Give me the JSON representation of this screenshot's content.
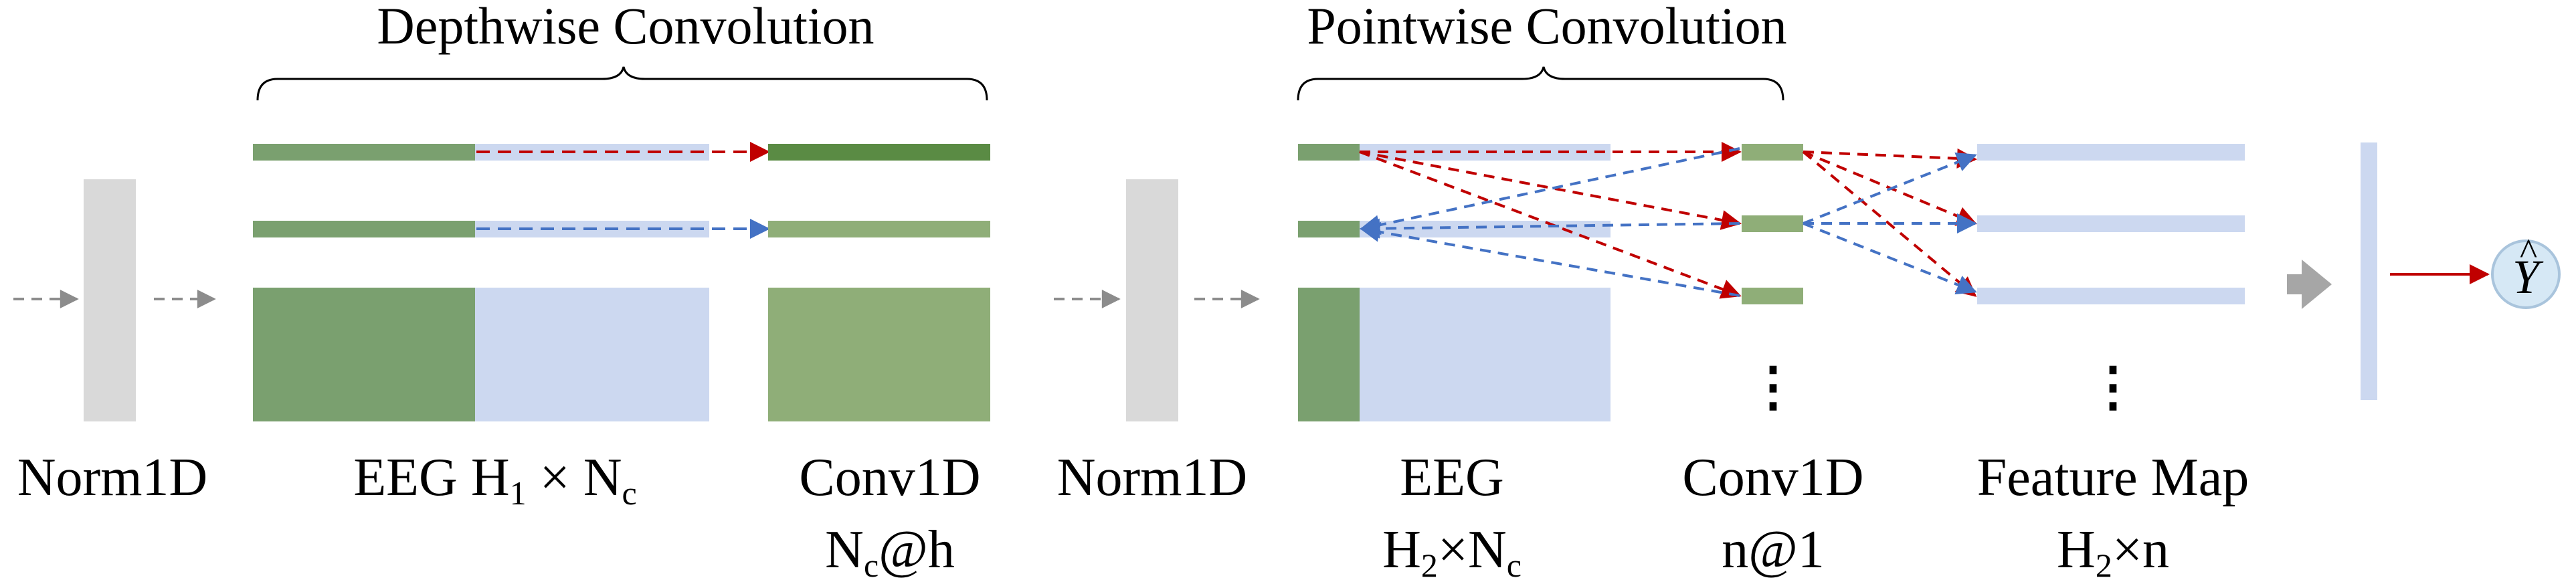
{
  "titles": {
    "depthwise": "Depthwise Convolution",
    "pointwise": "Pointwise Convolution"
  },
  "labels": {
    "norm_left": "Norm1D",
    "eeg_h1_pre": "EEG H",
    "eeg_h1_sub1": "1",
    "eeg_h1_mid": " × N",
    "eeg_h1_sub2": "c",
    "conv1d_left": "Conv1D",
    "nc_at_h_pre": "N",
    "nc_at_h_sub": "c",
    "nc_at_h_post": "@h",
    "norm_right": "Norm1D",
    "eeg_right": "EEG",
    "h2nc_pre": "H",
    "h2nc_sub1": "2",
    "h2nc_mid": "×N",
    "h2nc_sub2": "c",
    "conv1d_right": "Conv1D",
    "n_at_1": "n@1",
    "feature_map": "Feature Map",
    "h2n_pre": "H",
    "h2n_sub": "2",
    "h2n_post": "×n",
    "ellipsis_conv": "⋮",
    "ellipsis_fmap": "⋮",
    "output_y": "Y",
    "output_hat": "^"
  },
  "colors": {
    "norm_block": "#d9d9d9",
    "dark_green": "#7aa06f",
    "mid_green": "#5a8b44",
    "light_green": "#8fae78",
    "light_blue": "#ccd8f0",
    "red_arrow": "#c00000",
    "blue_arrow": "#4472c4",
    "gray_arrow": "#8c8c8c",
    "circle_fill": "#d6e8f5",
    "circle_stroke": "#a9c4dc"
  },
  "icons": {
    "output_circle": "circle-icon",
    "big_arrow": "block-arrow-icon"
  }
}
